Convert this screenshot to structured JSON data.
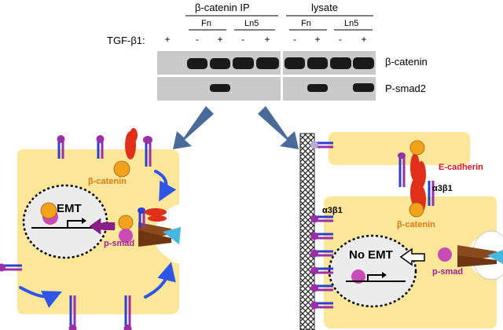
{
  "blot": {
    "header_ip": "β-catenin IP",
    "header_lysate": "lysate",
    "treatment_label": "TGF-β1:",
    "substrate_fn_1": "Fn",
    "substrate_ln5_1": "Ln5",
    "substrate_fn_2": "Fn",
    "substrate_ln5_2": "Ln5",
    "lanes": [
      "+",
      "-",
      "+",
      "-",
      "+",
      "-",
      "+",
      "-",
      "+"
    ],
    "band_labels": [
      "β-catenin",
      "P-smad2"
    ]
  },
  "left_cell": {
    "beta_catenin_label": "β-catenin",
    "nucleus_label": "EMT",
    "psmad_label": "p-smad"
  },
  "right_cell": {
    "ecadherin_label": "E-cadherin",
    "integrin_label_top": "α3β1",
    "integrin_label_left": "α3β1",
    "beta_catenin_label": "β-catenin",
    "nucleus_label": "No EMT",
    "psmad_label": "p-smad"
  },
  "colors": {
    "cell": "#fbe69a",
    "beta_catenin": "#f3a21b",
    "smad": "#c84cb6",
    "ecadherin": "#e0301a",
    "integrin_blue": "#2b3fd0",
    "integrin_purple": "#9b2fa8",
    "arrow_blue": "#2f55e6",
    "receptor_brown": "#8a4a1e",
    "ligand_cyan": "#47b6e0",
    "blot_arrow": "#4a6b9a"
  }
}
